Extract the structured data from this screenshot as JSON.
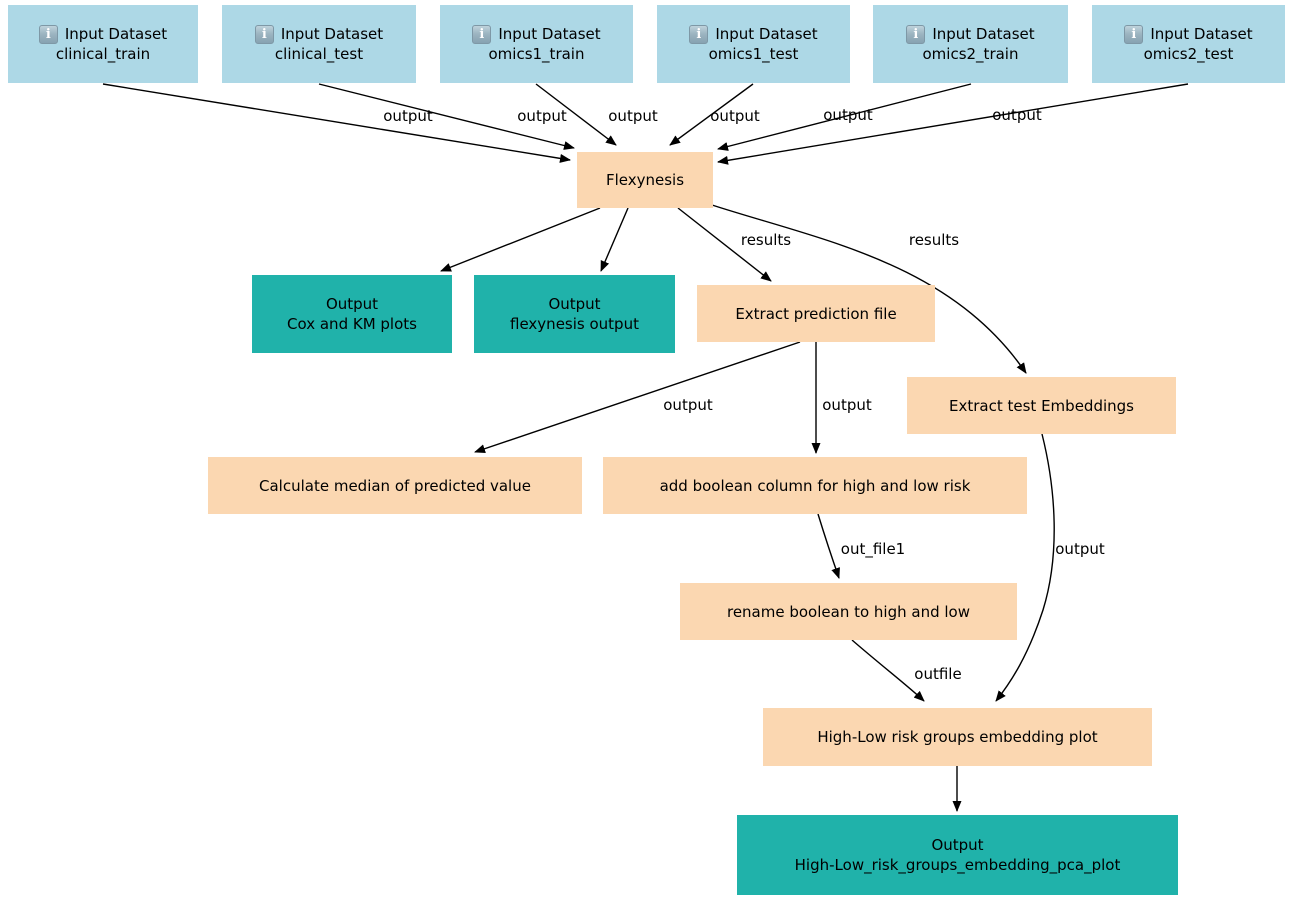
{
  "diagram_type": "workflow-graph",
  "colors": {
    "input_fill": "#ADD8E6",
    "tool_fill": "#FBD7B1",
    "output_fill": "#20B2AA",
    "edge_stroke": "#000000",
    "text": "#000000"
  },
  "icons": {
    "info_glyph": "i"
  },
  "nodes": [
    {
      "id": "clinical_train",
      "type": "input",
      "line1": "Input Dataset",
      "line2": "clinical_train"
    },
    {
      "id": "clinical_test",
      "type": "input",
      "line1": "Input Dataset",
      "line2": "clinical_test"
    },
    {
      "id": "omics1_train",
      "type": "input",
      "line1": "Input Dataset",
      "line2": "omics1_train"
    },
    {
      "id": "omics1_test",
      "type": "input",
      "line1": "Input Dataset",
      "line2": "omics1_test"
    },
    {
      "id": "omics2_train",
      "type": "input",
      "line1": "Input Dataset",
      "line2": "omics2_train"
    },
    {
      "id": "omics2_test",
      "type": "input",
      "line1": "Input Dataset",
      "line2": "omics2_test"
    },
    {
      "id": "flexynesis",
      "type": "tool",
      "line1": "Flexynesis"
    },
    {
      "id": "cox_km_plots",
      "type": "output",
      "line1": "Output",
      "line2": "Cox and KM plots"
    },
    {
      "id": "flexynesis_output",
      "type": "output",
      "line1": "Output",
      "line2": "flexynesis output"
    },
    {
      "id": "extract_prediction_file",
      "type": "tool",
      "line1": "Extract prediction file"
    },
    {
      "id": "extract_test_embeddings",
      "type": "tool",
      "line1": "Extract test Embeddings"
    },
    {
      "id": "calculate_median",
      "type": "tool",
      "line1": "Calculate median of predicted value"
    },
    {
      "id": "add_boolean_column",
      "type": "tool",
      "line1": "add boolean column for high and low risk"
    },
    {
      "id": "rename_boolean",
      "type": "tool",
      "line1": "rename boolean to high and low"
    },
    {
      "id": "highlow_embedding_plot",
      "type": "tool",
      "line1": "High-Low risk groups embedding plot"
    },
    {
      "id": "highlow_pca_output",
      "type": "output",
      "line1": "Output",
      "line2": "High-Low_risk_groups_embedding_pca_plot"
    }
  ],
  "edges": [
    {
      "from": "clinical_train",
      "to": "flexynesis",
      "label": "output"
    },
    {
      "from": "clinical_test",
      "to": "flexynesis",
      "label": "output"
    },
    {
      "from": "omics1_train",
      "to": "flexynesis",
      "label": "output"
    },
    {
      "from": "omics1_test",
      "to": "flexynesis",
      "label": "output"
    },
    {
      "from": "omics2_train",
      "to": "flexynesis",
      "label": "output"
    },
    {
      "from": "omics2_test",
      "to": "flexynesis",
      "label": "output"
    },
    {
      "from": "flexynesis",
      "to": "cox_km_plots",
      "label": ""
    },
    {
      "from": "flexynesis",
      "to": "flexynesis_output",
      "label": ""
    },
    {
      "from": "flexynesis",
      "to": "extract_prediction_file",
      "label": "results"
    },
    {
      "from": "flexynesis",
      "to": "extract_test_embeddings",
      "label": "results"
    },
    {
      "from": "extract_prediction_file",
      "to": "calculate_median",
      "label": "output"
    },
    {
      "from": "extract_prediction_file",
      "to": "add_boolean_column",
      "label": "output"
    },
    {
      "from": "add_boolean_column",
      "to": "rename_boolean",
      "label": "out_file1"
    },
    {
      "from": "extract_test_embeddings",
      "to": "highlow_embedding_plot",
      "label": "output"
    },
    {
      "from": "rename_boolean",
      "to": "highlow_embedding_plot",
      "label": "outfile"
    },
    {
      "from": "highlow_embedding_plot",
      "to": "highlow_pca_output",
      "label": ""
    }
  ]
}
